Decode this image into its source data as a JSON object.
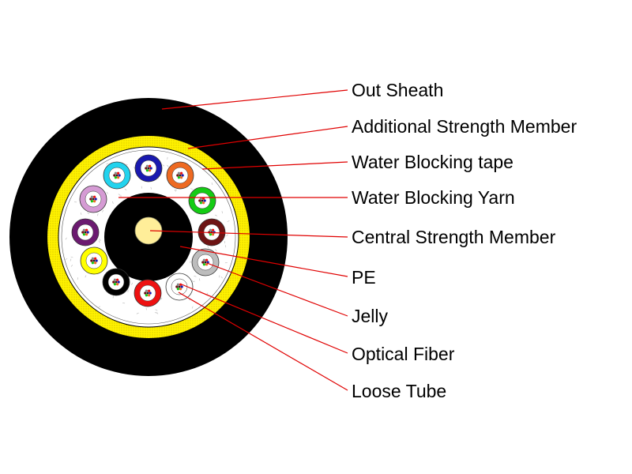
{
  "labels": {
    "out_sheath": "Out Sheath",
    "additional_strength_member": "Additional Strength Member",
    "water_blocking_tape": "Water Blocking tape",
    "water_blocking_yarn": "Water Blocking Yarn",
    "central_strength_member": "Central Strength Member",
    "pe": "PE",
    "jelly": "Jelly",
    "optical_fiber": "Optical Fiber",
    "loose_tube": "Loose Tube"
  },
  "colors": {
    "leader_line": "#e00000",
    "sheath": "#000000",
    "strength_member_yarn": "#fff200",
    "central_member": "#ffee99",
    "pe_layer": "#000000"
  },
  "tube_colors": [
    {
      "name": "blue",
      "hex": "#1a1ab0"
    },
    {
      "name": "orange",
      "hex": "#ee6a22"
    },
    {
      "name": "green",
      "hex": "#14cc14"
    },
    {
      "name": "brown",
      "hex": "#6e1414"
    },
    {
      "name": "slate",
      "hex": "#bdbdbd"
    },
    {
      "name": "white",
      "hex": "#ffffff"
    },
    {
      "name": "red",
      "hex": "#ee1111"
    },
    {
      "name": "black",
      "hex": "#000000"
    },
    {
      "name": "yellow",
      "hex": "#ffff00"
    },
    {
      "name": "violet",
      "hex": "#6b1a70"
    },
    {
      "name": "rose",
      "hex": "#d59bd4"
    },
    {
      "name": "aqua",
      "hex": "#22d3ee"
    }
  ]
}
